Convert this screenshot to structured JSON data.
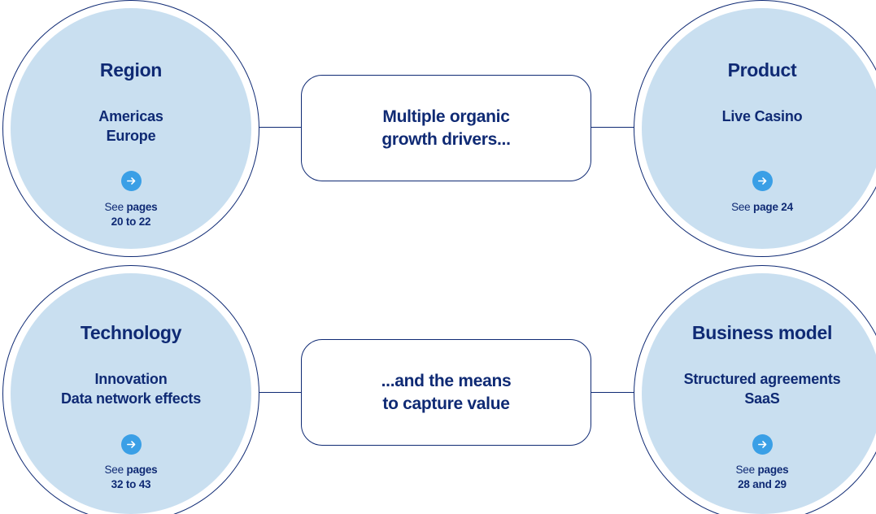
{
  "center_boxes": [
    {
      "line1": "Multiple organic",
      "line2": "growth drivers..."
    },
    {
      "line1": "...and the means",
      "line2": "to capture value"
    }
  ],
  "drivers": [
    {
      "title": "Region",
      "items": [
        "Americas",
        "Europe"
      ],
      "see_prefix": "See",
      "see_line1": "pages",
      "see_line2": "20 to 22"
    },
    {
      "title": "Product",
      "items": [
        "Live Casino"
      ],
      "see_prefix": "See",
      "see_line1": "page 24",
      "see_line2": ""
    },
    {
      "title": "Technology",
      "items": [
        "Innovation",
        "Data network effects"
      ],
      "see_prefix": "See",
      "see_line1": "pages",
      "see_line2": "32 to 43"
    },
    {
      "title": "Business model",
      "items": [
        "Structured agreements",
        "SaaS"
      ],
      "see_prefix": "See",
      "see_line1": "pages",
      "see_line2": "28 and 29"
    }
  ],
  "colors": {
    "navy": "#0f2a74",
    "circle_fill": "#c9dff0",
    "arrow_button": "#3a9fe6"
  },
  "icons": {
    "arrow": "arrow-right-circle-icon"
  }
}
